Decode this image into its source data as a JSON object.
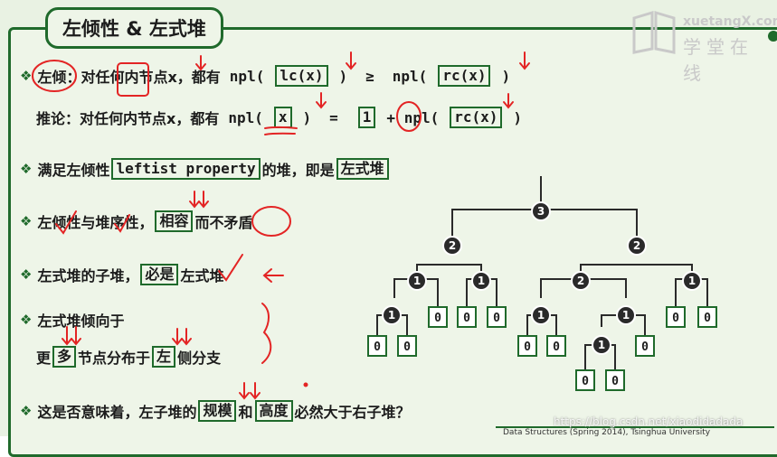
{
  "title": "左倾性 & 左式堆",
  "logo": {
    "text": "xuetangX.com",
    "cn": "学堂在线"
  },
  "lines": {
    "l1": {
      "label": "左倾",
      "text1": "：对任何内节点x，都有",
      "npl_open": "npl(",
      "lcx": "lc(x)",
      "paren_close": ")",
      "geq": "≥",
      "npl_open2": "npl(",
      "rcx": "rc(x)",
      "paren_close2": ")"
    },
    "l2": {
      "label": "推论：对任何内节点x，都有",
      "npl": "npl(",
      "x": "x",
      "close": ")",
      "eq": "=",
      "one": "1",
      "plus": "+ npl(",
      "rcx": "rc(x)",
      "close2": ")"
    },
    "l3": {
      "text1": "满足左倾性",
      "prop": "leftist property",
      "text2": "的堆，即是",
      "term": "左式堆"
    },
    "l4": {
      "text1": "左倾性与堆序性，",
      "term": "相容",
      "text2": "而不矛盾"
    },
    "l5": {
      "text1": "左式堆的子堆，",
      "term": "必是",
      "text2": "左式堆"
    },
    "l6": {
      "text1": "左式堆倾向于"
    },
    "l7": {
      "text1": "更",
      "more": "多",
      "text2": "节点分布于",
      "left": "左",
      "text3": "侧分支"
    },
    "l8": {
      "text1": "这是否意味着，左子堆的",
      "scale": "规模",
      "and": "和",
      "height": "高度",
      "text2": "必然大于右子堆？"
    }
  },
  "tree_labels": {
    "root": "3",
    "a": "2",
    "b": "2",
    "c": "1",
    "d": "1",
    "e": "2",
    "f": "1",
    "g": "1",
    "h": "1",
    "i": "1",
    "j": "1",
    "zero": "0"
  },
  "footer": "Data Structures (Spring 2014), Tsinghua University",
  "watermark": "https://blog.csdn.net/xiaodidadada",
  "colors": {
    "accent": "#1f6a2b",
    "annotation": "#e32424",
    "node": "#2a2a2a"
  }
}
